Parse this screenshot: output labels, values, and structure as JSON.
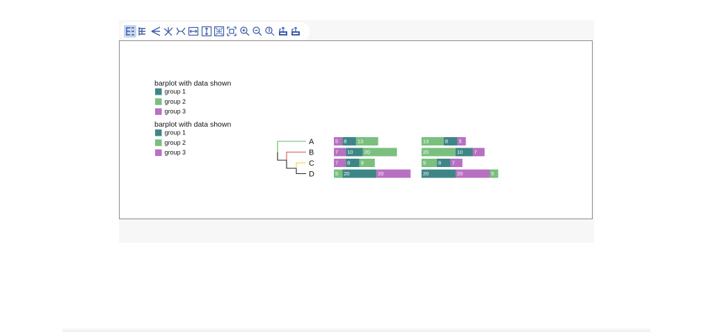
{
  "colors": {
    "group1": "#3e8686",
    "group2": "#7abf7e",
    "group3": "#b870c2",
    "branch_A": "#5cb85c",
    "branch_B": "#e0534a",
    "branch_C": "#e8d23a",
    "branch_D": "#222222",
    "toolbar_icon": "#3a5ba8"
  },
  "toolbar": {
    "buttons": [
      {
        "name": "rectangular-layout-icon",
        "active": true
      },
      {
        "name": "rectangular-cladogram-icon",
        "active": false
      },
      {
        "name": "slanted-layout-icon",
        "active": false
      },
      {
        "name": "radial-layout-icon",
        "active": false
      },
      {
        "name": "unrooted-layout-icon",
        "active": false
      },
      {
        "name": "fit-width-icon",
        "active": false
      },
      {
        "name": "fit-height-icon",
        "active": false
      },
      {
        "name": "expand-icon",
        "active": false
      },
      {
        "name": "fit-to-screen-icon",
        "active": false
      },
      {
        "name": "zoom-in-icon",
        "active": false
      },
      {
        "name": "zoom-out-icon",
        "active": false
      },
      {
        "name": "reset-zoom-icon",
        "active": false
      },
      {
        "name": "export-svg-icon",
        "active": false
      },
      {
        "name": "export-png-icon",
        "active": false
      }
    ]
  },
  "legends": [
    {
      "title": "barplot with data shown",
      "items": [
        "group 1",
        "group 2",
        "group 3"
      ]
    },
    {
      "title": "barplot with data shown",
      "items": [
        "group 1",
        "group 2",
        "group 3"
      ]
    }
  ],
  "tree": {
    "leaves": [
      "A",
      "B",
      "C",
      "D"
    ]
  },
  "barplots": [
    {
      "rows": [
        [
          {
            "group": 3,
            "value": 5
          },
          {
            "group": 1,
            "value": 8
          },
          {
            "group": 2,
            "value": 13
          }
        ],
        [
          {
            "group": 3,
            "value": 7
          },
          {
            "group": 1,
            "value": 10
          },
          {
            "group": 2,
            "value": 20
          }
        ],
        [
          {
            "group": 3,
            "value": 7
          },
          {
            "group": 1,
            "value": 8
          },
          {
            "group": 2,
            "value": 9
          }
        ],
        [
          {
            "group": 2,
            "value": 5
          },
          {
            "group": 1,
            "value": 20
          },
          {
            "group": 3,
            "value": 20
          }
        ]
      ]
    },
    {
      "rows": [
        [
          {
            "group": 2,
            "value": 13
          },
          {
            "group": 1,
            "value": 8
          },
          {
            "group": 3,
            "value": 5
          }
        ],
        [
          {
            "group": 2,
            "value": 20
          },
          {
            "group": 1,
            "value": 10
          },
          {
            "group": 3,
            "value": 7
          }
        ],
        [
          {
            "group": 2,
            "value": 9
          },
          {
            "group": 1,
            "value": 8
          },
          {
            "group": 3,
            "value": 7
          }
        ],
        [
          {
            "group": 1,
            "value": 20
          },
          {
            "group": 3,
            "value": 20
          },
          {
            "group": 2,
            "value": 5
          }
        ]
      ]
    }
  ]
}
